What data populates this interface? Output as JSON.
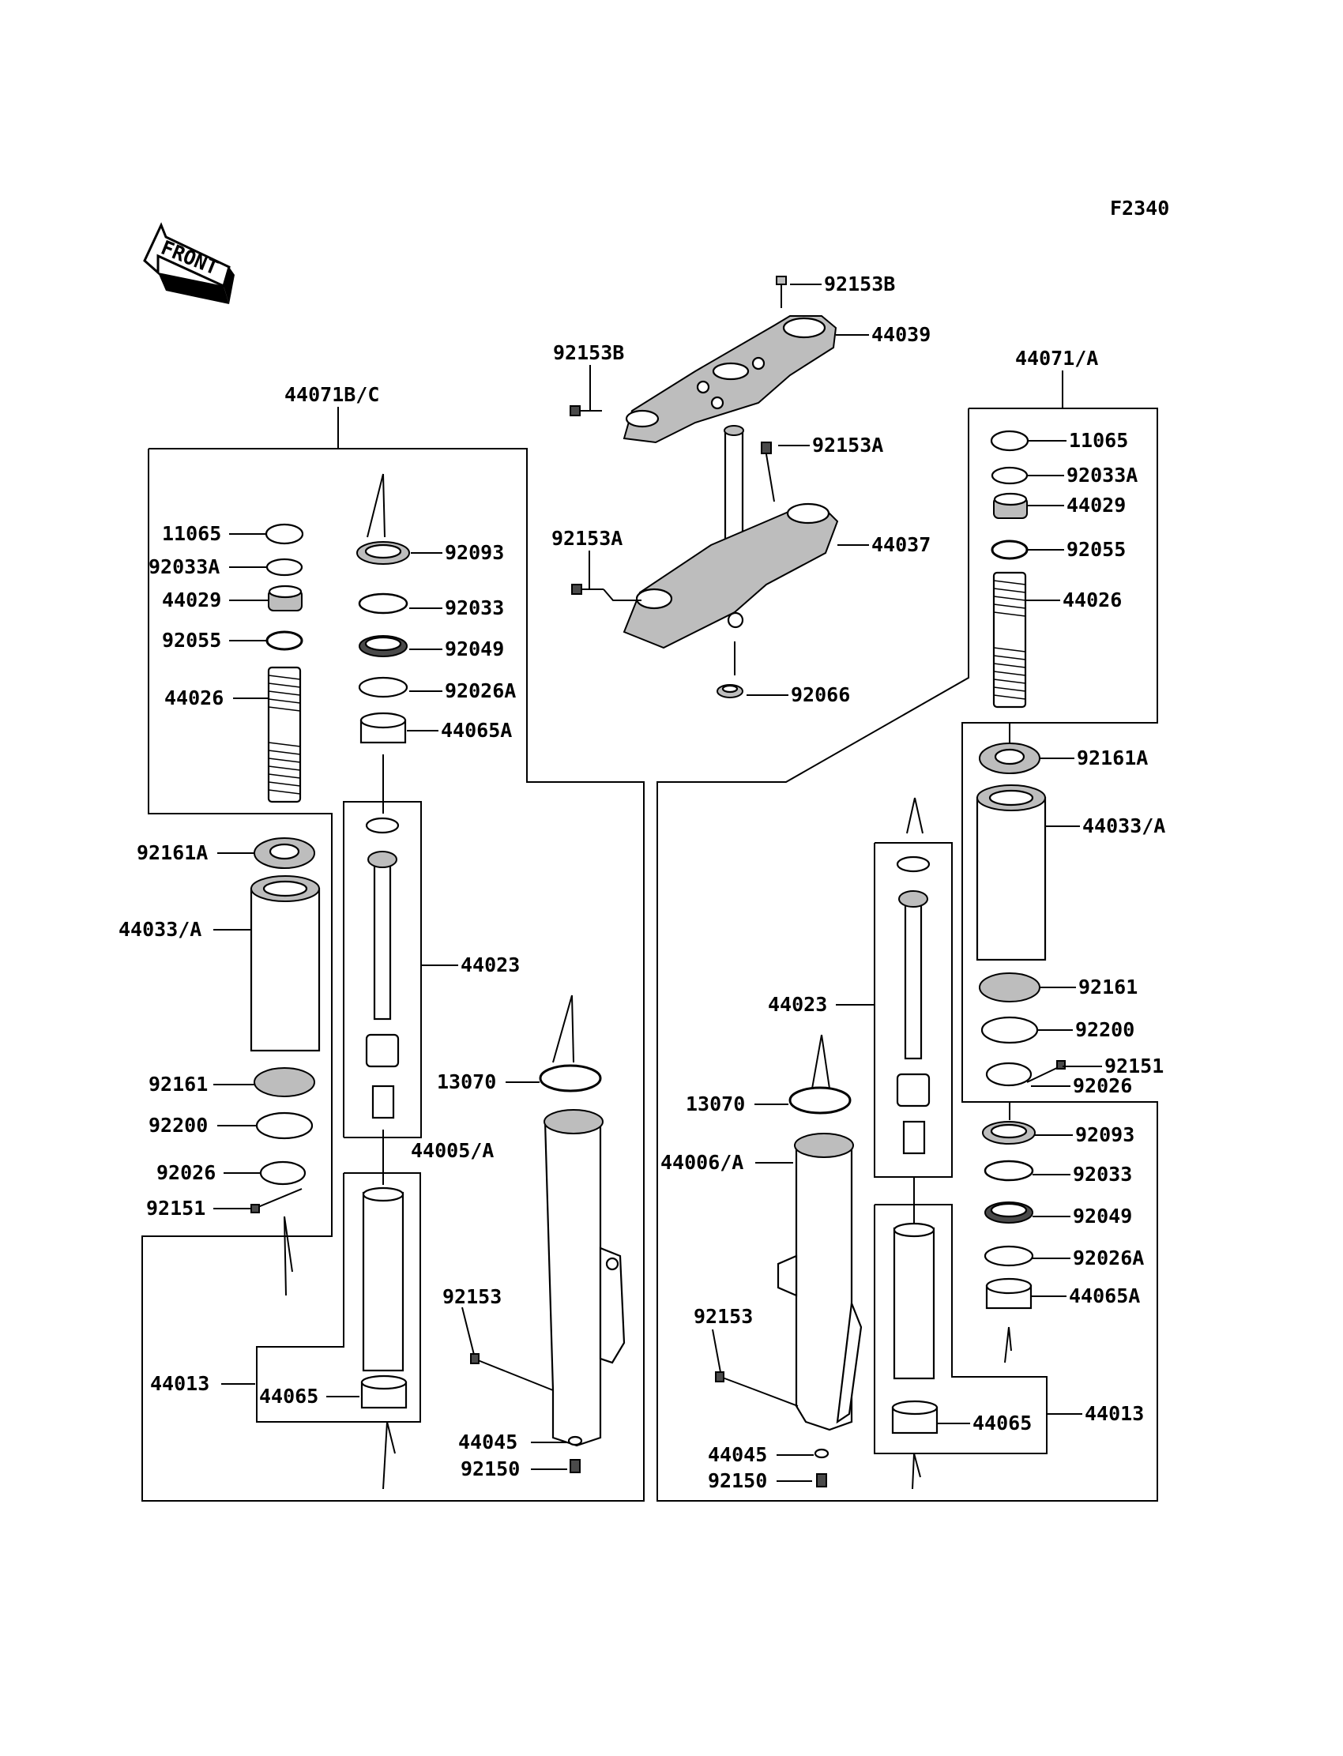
{
  "figure_code": "F2340",
  "front_arrow": {
    "text": "FRONT",
    "icon": "front-direction-arrow-icon"
  },
  "assembly_labels": {
    "left_fork": "44071B/C",
    "right_fork": "44071/A"
  },
  "top_parts": [
    {
      "id": "bolt-a",
      "number": "92153B"
    },
    {
      "id": "bracket-upper",
      "number": "44039"
    },
    {
      "id": "bolt-b",
      "number": "92153B"
    },
    {
      "id": "bolt-c",
      "number": "92153A"
    },
    {
      "id": "bolt-d",
      "number": "92153A"
    },
    {
      "id": "bracket-lower",
      "number": "44037"
    },
    {
      "id": "seal",
      "number": "92066"
    }
  ],
  "left_parts": {
    "cap": "11065",
    "oring_small": "92033A",
    "plug": "44029",
    "oring": "92055",
    "spring": "44026",
    "washer_a": "92161A",
    "tube_upper": "44033/A",
    "washer": "92161",
    "spacer_ring": "92200",
    "clamp": "92026",
    "screw": "92151",
    "bushing_top": "44013",
    "bushing": "44065",
    "dust_seal": "92093",
    "snap_ring": "92033",
    "oil_seal": "92049",
    "washer_b": "92026A",
    "bushing_a": "44065A",
    "cylinder": "44023",
    "gasket": "13070",
    "outer_tube": "44005/A",
    "bolt": "92153",
    "washer_small": "44045",
    "drain_bolt": "92150"
  },
  "right_parts": {
    "cap": "11065",
    "oring_small": "92033A",
    "plug": "44029",
    "oring": "92055",
    "spring": "44026",
    "washer_a": "92161A",
    "tube_upper": "44033/A",
    "washer": "92161",
    "spacer_ring": "92200",
    "screw": "92151",
    "clamp": "92026",
    "dust_seal": "92093",
    "snap_ring": "92033",
    "oil_seal": "92049",
    "washer_b": "92026A",
    "bushing_a": "44065A",
    "bushing_top": "44013",
    "bushing": "44065",
    "cylinder": "44023",
    "gasket": "13070",
    "outer_tube": "44006/A",
    "bolt": "92153",
    "washer_small": "44045",
    "drain_bolt": "92150"
  }
}
